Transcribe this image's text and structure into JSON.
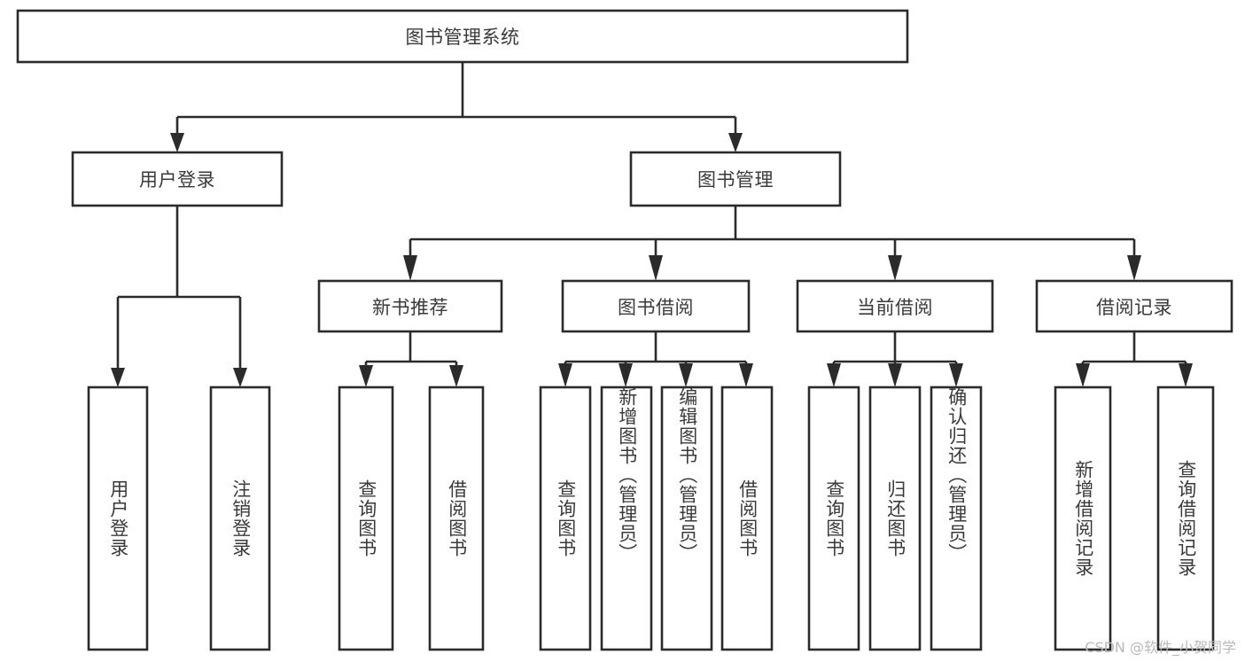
{
  "diagram": {
    "title": "图书管理系统",
    "type": "tree-hierarchy-chart",
    "root": {
      "label": "图书管理系统"
    },
    "level2": [
      {
        "label": "用户登录"
      },
      {
        "label": "图书管理"
      }
    ],
    "level3": [
      {
        "label": "新书推荐"
      },
      {
        "label": "图书借阅"
      },
      {
        "label": "当前借阅"
      },
      {
        "label": "借阅记录"
      }
    ],
    "leaves": {
      "user_login": [
        {
          "label": "用户登录"
        },
        {
          "label": "注销登录"
        }
      ],
      "new_book_recommend": [
        {
          "label": "查询图书"
        },
        {
          "label": "借阅图书"
        }
      ],
      "book_borrow": [
        {
          "label": "查询图书"
        },
        {
          "label": "新增图书（管理员）"
        },
        {
          "label": "编辑图书（管理员）"
        },
        {
          "label": "借阅图书"
        }
      ],
      "current_borrow": [
        {
          "label": "查询图书"
        },
        {
          "label": "归还图书"
        },
        {
          "label": "确认归还（管理员）"
        }
      ],
      "borrow_record": [
        {
          "label": "新增借阅记录"
        },
        {
          "label": "查询借阅记录"
        }
      ]
    }
  },
  "watermark": {
    "text": "CSDN @软件_小贺同学"
  },
  "colors": {
    "background": "#ffffff",
    "box_fill": "#ffffff",
    "box_stroke": "#2b2b2b",
    "text": "#3a3a3a",
    "watermark": "#b9b9b9"
  }
}
